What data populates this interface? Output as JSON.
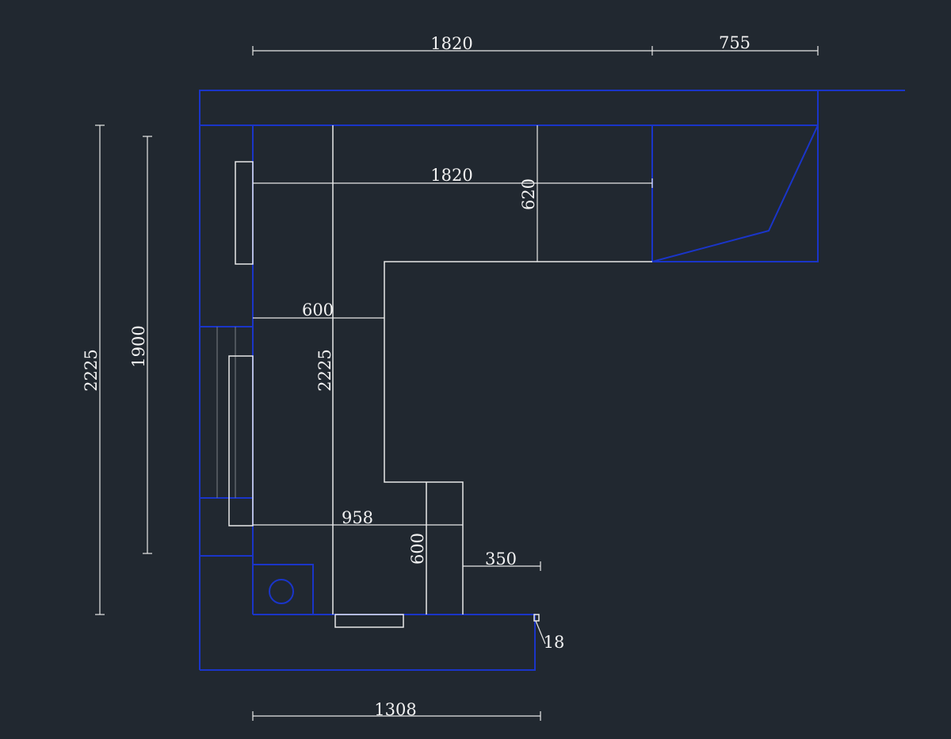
{
  "dimensions": {
    "top_total": "1820",
    "top_right": "755",
    "inner_top": "1820",
    "inner_depth": "620",
    "mid_width": "600",
    "inner_height": "2225",
    "outer_height": "2225",
    "wall_height": "1900",
    "lower_width": "958",
    "lower_depth": "600",
    "side_gap": "350",
    "thickness": "18",
    "bottom_total": "1308"
  }
}
